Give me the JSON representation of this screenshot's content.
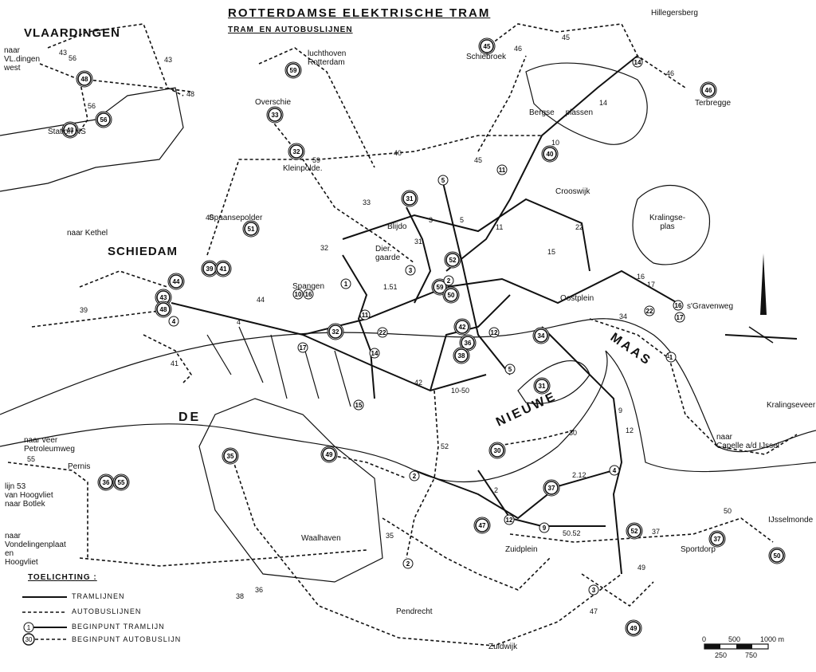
{
  "title": "ROTTERDAMSE ELEKTRISCHE TRAM",
  "subtitle": "TRAM_EN AUTOBUSLIJNEN",
  "cities": {
    "vlaardingen": "VLAARDINGEN",
    "schiedam": "SCHIEDAM"
  },
  "water": {
    "de": "DE",
    "nieuwe": "NIEUWE",
    "maas": "MAAS"
  },
  "places": {
    "naar_vldingen_west": "naar\nVL.dingen\nwest",
    "station_ns": "Station NS",
    "luchthaven": "luchthoven\nRotterdam",
    "overschie": "Overschie",
    "kleinpolder": "Kleinpolde.",
    "schiebroek": "Schiebroek",
    "hillegersberg": "Hillegersberg",
    "terbregge": "Terbregge",
    "bergse_plassen": "Bergse     plassen",
    "crooswijk": "Crooswijk",
    "kralingse_plas": "Kralingse-\nplas",
    "naar_kethel": "naar Kethel",
    "spaansepolder": "Spaansepolder",
    "blijdorp": "Blijdo",
    "diergaarde": "Dier.\ngaarde",
    "spangen": "Spangen",
    "oostplein": "Oostplein",
    "s_gravenweg": "s'Gravenweg",
    "kralingseveer": "Kralingseveer",
    "naar_capelle": "naar\nCapelle a/d IJssel",
    "naar_veer_petroleumweg": "naar veer\nPetroleumweg",
    "pernis": "Pernis",
    "lijn53": "lijn 53\nvan Hoogvliet\nnaar Botlek",
    "naar_vondelingenplaat": "naar\nVondelingenplaat\nen\nHoogvliet",
    "waalhaven": "Waalhaven",
    "zuidplein": "Zuidplein",
    "sportdorp": "Sportdorp",
    "ijsselmonde": "IJsselmonde",
    "pendrecht": "Pendrecht",
    "zuidwijk": "Zuidwijk"
  },
  "route_numbers": {
    "n43a": "43",
    "n56a": "56",
    "n43b": "43",
    "n48a": "48",
    "n56b": "56",
    "n45a": "45",
    "n46a": "46",
    "n46b": "46",
    "n14a": "14",
    "n10a": "10",
    "n45b": "45",
    "n33a": "33",
    "n32a": "32",
    "n59a": "59",
    "n40a": "40",
    "n40b": "40",
    "n39a": "39",
    "n4a": "4",
    "n44a": "44",
    "n22a": "22",
    "n15a": "15",
    "n16a": "16",
    "n17a": "17",
    "n34a": "34",
    "n30a": "30",
    "n9a": "9",
    "n12a": "12",
    "n2a": "2",
    "n35a": "35",
    "n36a": "36",
    "n38a": "38",
    "n47a": "47",
    "n49a": "49",
    "n50a": "50",
    "n37a": "37",
    "n55a": "55",
    "n41a": "41",
    "n42a": "42",
    "n52a": "52",
    "n3a": "3",
    "n5a": "5",
    "n11a": "11",
    "n1a": "1",
    "n31a": "31",
    "n50_52": "50.52",
    "n2_12": "2.12",
    "n10_50": "10-50",
    "n1_51": "1.51"
  },
  "markers": [
    {
      "n": "48",
      "kind": "bus"
    },
    {
      "n": "56",
      "kind": "bus"
    },
    {
      "n": "43",
      "kind": "bus"
    },
    {
      "n": "59",
      "kind": "bus"
    },
    {
      "n": "33",
      "kind": "bus"
    },
    {
      "n": "32",
      "kind": "bus"
    },
    {
      "n": "45",
      "kind": "bus"
    },
    {
      "n": "14",
      "kind": "tram"
    },
    {
      "n": "46",
      "kind": "bus"
    },
    {
      "n": "40",
      "kind": "bus"
    },
    {
      "n": "11",
      "kind": "tram"
    },
    {
      "n": "5",
      "kind": "tram"
    },
    {
      "n": "31",
      "kind": "bus"
    },
    {
      "n": "3",
      "kind": "tram"
    },
    {
      "n": "52",
      "kind": "bus"
    },
    {
      "n": "51",
      "kind": "bus"
    },
    {
      "n": "39",
      "kind": "bus"
    },
    {
      "n": "41",
      "kind": "bus"
    },
    {
      "n": "44",
      "kind": "bus"
    },
    {
      "n": "43",
      "kind": "bus"
    },
    {
      "n": "48",
      "kind": "bus"
    },
    {
      "n": "4",
      "kind": "tram"
    },
    {
      "n": "10",
      "kind": "tram"
    },
    {
      "n": "16",
      "kind": "tram"
    },
    {
      "n": "1",
      "kind": "tram"
    },
    {
      "n": "59",
      "kind": "bus"
    },
    {
      "n": "2",
      "kind": "tram"
    },
    {
      "n": "50",
      "kind": "bus"
    },
    {
      "n": "17",
      "kind": "tram"
    },
    {
      "n": "11",
      "kind": "tram"
    },
    {
      "n": "32",
      "kind": "bus"
    },
    {
      "n": "22",
      "kind": "tram"
    },
    {
      "n": "14",
      "kind": "tram"
    },
    {
      "n": "42",
      "kind": "bus"
    },
    {
      "n": "36",
      "kind": "bus"
    },
    {
      "n": "38",
      "kind": "bus"
    },
    {
      "n": "12",
      "kind": "tram"
    },
    {
      "n": "34",
      "kind": "bus"
    },
    {
      "n": "22",
      "kind": "tram"
    },
    {
      "n": "16",
      "kind": "tram"
    },
    {
      "n": "17",
      "kind": "tram"
    },
    {
      "n": "1",
      "kind": "tram"
    },
    {
      "n": "15",
      "kind": "tram"
    },
    {
      "n": "5",
      "kind": "tram"
    },
    {
      "n": "31",
      "kind": "bus"
    },
    {
      "n": "30",
      "kind": "bus"
    },
    {
      "n": "35",
      "kind": "bus"
    },
    {
      "n": "49",
      "kind": "bus"
    },
    {
      "n": "2",
      "kind": "tram"
    },
    {
      "n": "47",
      "kind": "bus"
    },
    {
      "n": "12",
      "kind": "tram"
    },
    {
      "n": "9",
      "kind": "tram"
    },
    {
      "n": "37",
      "kind": "bus"
    },
    {
      "n": "4",
      "kind": "tram"
    },
    {
      "n": "52",
      "kind": "bus"
    },
    {
      "n": "37",
      "kind": "bus"
    },
    {
      "n": "50",
      "kind": "bus"
    },
    {
      "n": "3",
      "kind": "tram"
    },
    {
      "n": "49",
      "kind": "bus"
    },
    {
      "n": "2",
      "kind": "tram"
    },
    {
      "n": "36",
      "kind": "bus"
    },
    {
      "n": "55",
      "kind": "bus"
    }
  ],
  "legend": {
    "title": "TOELICHTING :",
    "tram": "TRAMLIJNEN",
    "bus": "AUTOBUSLIJNEN",
    "tram_start": "BEGINPUNT TRAMLIJN",
    "bus_start": "BEGINPUNT AUTOBUSLIJN",
    "tram_symbol": "1",
    "bus_symbol": "30"
  },
  "scale": {
    "s0": "0",
    "s500": "500",
    "s1000": "1000 m",
    "s250": "250",
    "s750": "750"
  }
}
